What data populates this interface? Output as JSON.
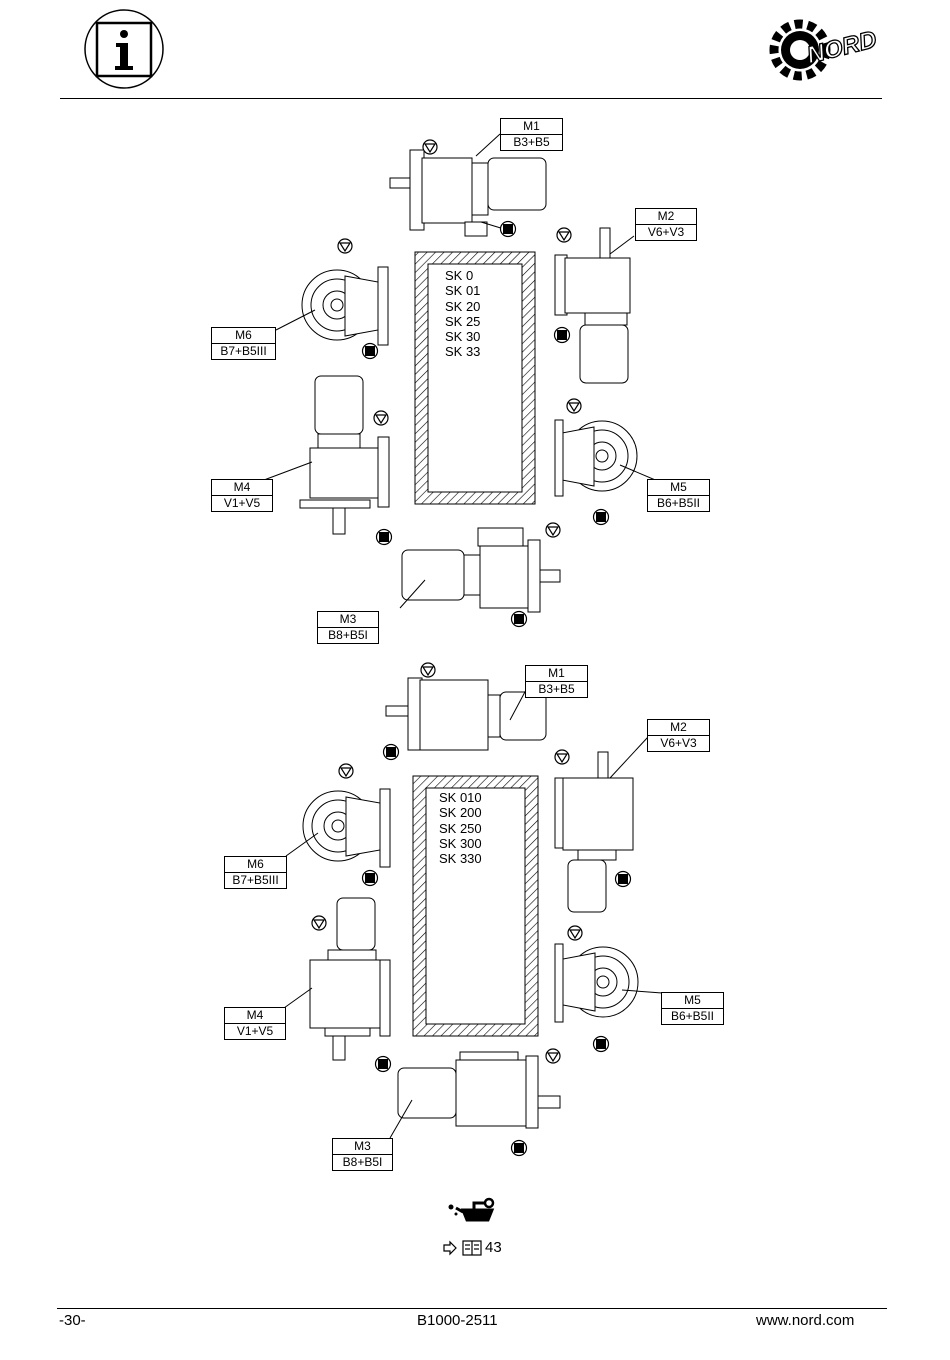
{
  "header": {
    "info_icon": "info-icon",
    "logo_icon": "nord-gear-logo"
  },
  "diagram1": {
    "series": [
      "SK 0",
      "SK 01",
      "SK 20",
      "SK 25",
      "SK 30",
      "SK 33"
    ],
    "labels": {
      "m1": [
        "M1",
        "B3+B5"
      ],
      "m2": [
        "M2",
        "V6+V3"
      ],
      "m3": [
        "M3",
        "B8+B5I"
      ],
      "m4": [
        "M4",
        "V1+V5"
      ],
      "m5": [
        "M5",
        "B6+B5II"
      ],
      "m6": [
        "M6",
        "B7+B5III"
      ]
    }
  },
  "diagram2": {
    "series": [
      "SK 010",
      "SK 200",
      "SK 250",
      "SK 300",
      "SK 330"
    ],
    "labels": {
      "m1": [
        "M1",
        "B3+B5"
      ],
      "m2": [
        "M2",
        "V6+V3"
      ],
      "m3": [
        "M3",
        "B8+B5I"
      ],
      "m4": [
        "M4",
        "V1+V5"
      ],
      "m5": [
        "M5",
        "B6+B5II"
      ],
      "m6": [
        "M6",
        "B7+B5III"
      ]
    }
  },
  "reference": {
    "icons": [
      "oil-can-icon",
      "arrow-right-icon",
      "book-icon"
    ],
    "page": "43"
  },
  "footer": {
    "page_number": "-30-",
    "document_id": "B1000-2511",
    "website": "www.nord.com"
  }
}
